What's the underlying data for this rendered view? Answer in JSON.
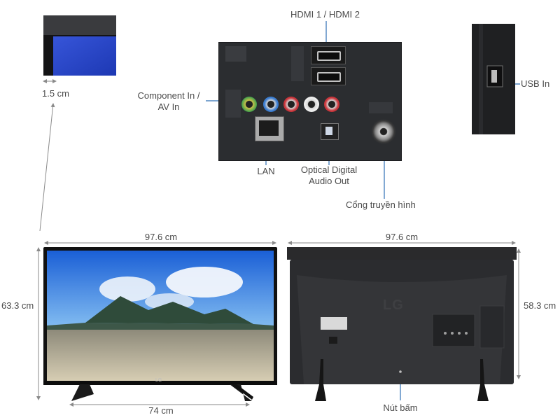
{
  "labels": {
    "bezel": "1.5 cm",
    "hdmi": "HDMI 1 / HDMI 2",
    "usb": "USB In",
    "component_line1": "Component In /",
    "component_line2": "AV In",
    "lan": "LAN",
    "optical_line1": "Optical Digital",
    "optical_line2": "Audio Out",
    "antenna": "Cổng truyền hình",
    "front_width": "97.6 cm",
    "back_width": "97.6 cm",
    "front_height": "63.3 cm",
    "back_height": "58.3 cm",
    "stand_width": "74 cm",
    "button": "Nút bấm"
  },
  "brand": {
    "front_logo": "LG",
    "back_logo": "LG"
  },
  "colors": {
    "label_text": "#4a4a4a",
    "dimension_line": "#8a8a8a",
    "callout_line": "#2e6fb5",
    "panel_dark": "#2b2d30",
    "tv_body": "#1c1c1e"
  }
}
